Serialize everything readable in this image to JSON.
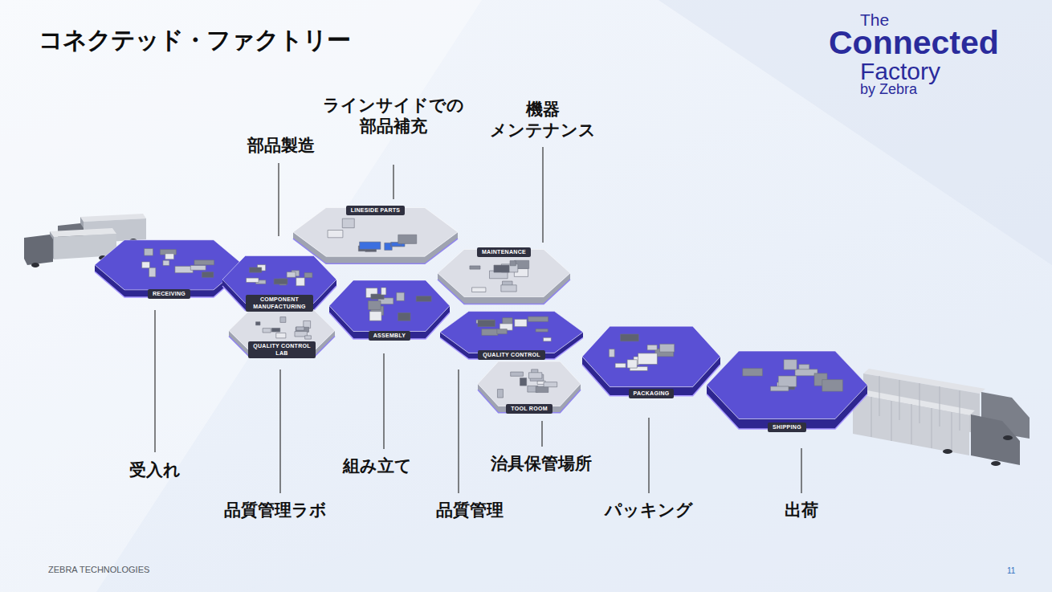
{
  "diagram": {
    "title": "コネクテッド・ファクトリー",
    "nodes": [
      {
        "text": [
          "RECEIVING"
        ]
      },
      {
        "text": [
          "COMPONENT MANUFACTURING"
        ]
      },
      {
        "text": [
          "QUALITY CONTROL LAB"
        ]
      },
      {
        "text": [
          "LINESIDE PARTS"
        ]
      },
      {
        "text": [
          "ASSEMBLY"
        ]
      },
      {
        "text": [
          "MAINTENANCE"
        ]
      },
      {
        "text": [
          "QUALITY CONTROL"
        ]
      },
      {
        "text": [
          "TOOL ROOM"
        ]
      },
      {
        "text": [
          "PACKAGING"
        ]
      },
      {
        "text": [
          "SHIPPING"
        ]
      }
    ],
    "labels": [
      "The",
      "Connected",
      "Factory",
      "by Zebra",
      "ラインサイドでの 部品補充",
      "機器 メンテナンス",
      "部品製造",
      "受入れ",
      "組み立て",
      "治具保管場所",
      "品質管理ラボ",
      "品質管理",
      "パッキング",
      "出荷",
      "ZEBRA TECHNOLOGIES",
      "11"
    ]
  }
}
